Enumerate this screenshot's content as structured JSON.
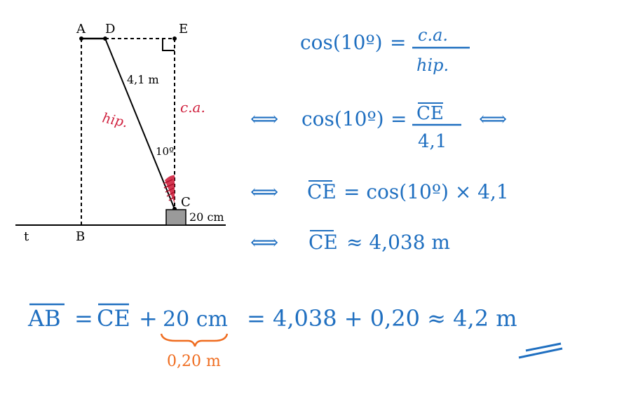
{
  "diagram": {
    "points": {
      "A": "A",
      "D": "D",
      "E": "E",
      "B": "B",
      "C": "C",
      "t": "t"
    },
    "ladder_length": "4,1 m",
    "angle": "10º",
    "block_height": "20 cm",
    "hyp_label": "hip.",
    "adj_label": "c.a."
  },
  "math": {
    "line1": {
      "lhs": "cos(10º)",
      "eq": "=",
      "num": "c.a.",
      "den": "hip."
    },
    "line2": {
      "iff_left": "⟺",
      "lhs": "cos(10º)",
      "eq": "=",
      "num": "CE",
      "den": "4,1",
      "iff_right": "⟺"
    },
    "line3": {
      "iff": "⟺",
      "lhs": "CE",
      "rhs": "= cos(10º) × 4,1"
    },
    "line4": {
      "iff": "⟺",
      "lhs": "CE",
      "rhs": "≈ 4,038 m"
    },
    "final": {
      "ab": "AB",
      "eq1": "=",
      "ce": "CE",
      "plus": "+",
      "cm": "20 cm",
      "rest": "=  4,038 + 0,20  ≈  4,2 m",
      "brace_note": "0,20 m"
    }
  },
  "colors": {
    "ink": "#000000",
    "blue": "#1f6fc0",
    "red": "#d0223f",
    "orange": "#ef6c1f",
    "block": "#9a9a9a"
  }
}
